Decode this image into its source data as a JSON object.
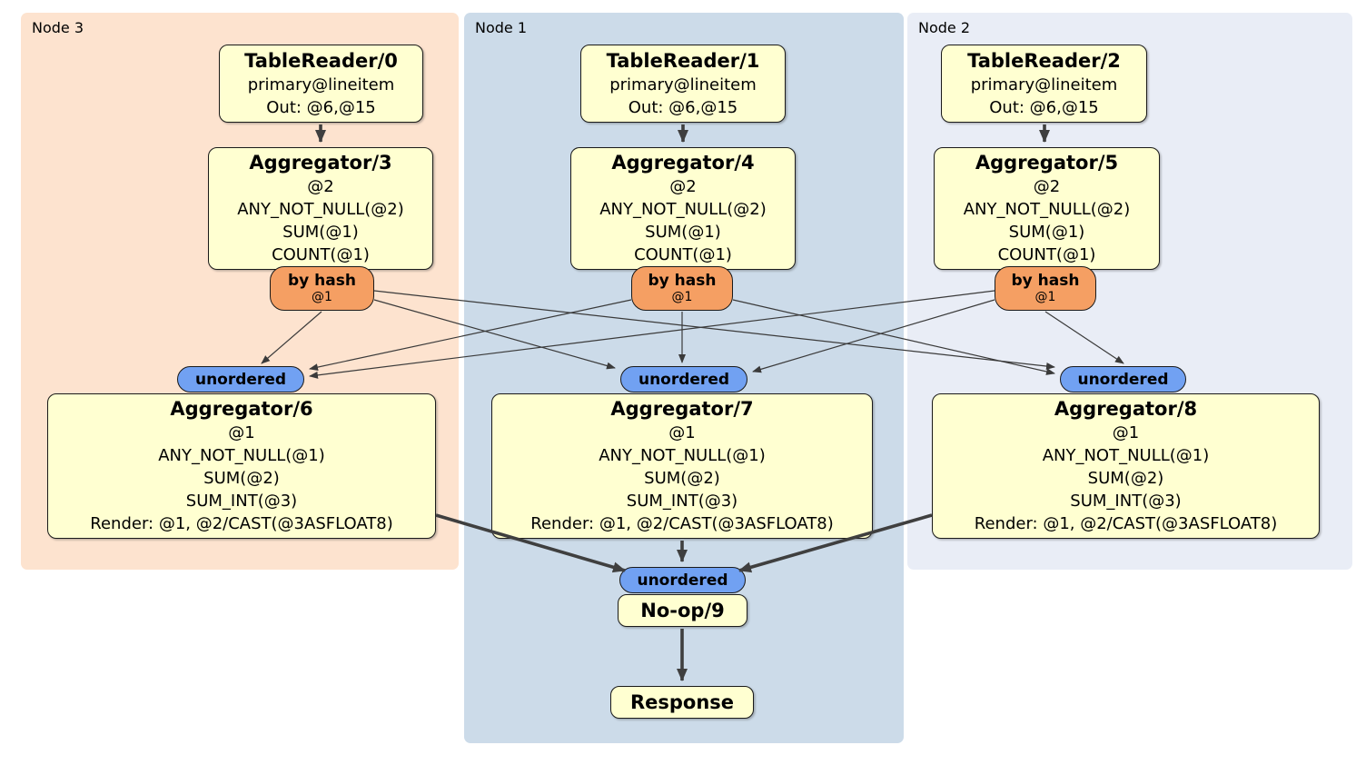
{
  "regions": [
    {
      "label": "Node 3"
    },
    {
      "label": "Node 1"
    },
    {
      "label": "Node 2"
    }
  ],
  "processors": {
    "tr0": {
      "title": "TableReader/0",
      "lines": [
        "primary@lineitem",
        "Out: @6,@15"
      ]
    },
    "tr1": {
      "title": "TableReader/1",
      "lines": [
        "primary@lineitem",
        "Out: @6,@15"
      ]
    },
    "tr2": {
      "title": "TableReader/2",
      "lines": [
        "primary@lineitem",
        "Out: @6,@15"
      ]
    },
    "agg3": {
      "title": "Aggregator/3",
      "lines": [
        "@2",
        "ANY_NOT_NULL(@2)",
        "SUM(@1)",
        "COUNT(@1)"
      ]
    },
    "agg4": {
      "title": "Aggregator/4",
      "lines": [
        "@2",
        "ANY_NOT_NULL(@2)",
        "SUM(@1)",
        "COUNT(@1)"
      ]
    },
    "agg5": {
      "title": "Aggregator/5",
      "lines": [
        "@2",
        "ANY_NOT_NULL(@2)",
        "SUM(@1)",
        "COUNT(@1)"
      ]
    },
    "agg6": {
      "title": "Aggregator/6",
      "lines": [
        "@1",
        "ANY_NOT_NULL(@1)",
        "SUM(@2)",
        "SUM_INT(@3)",
        "Render: @1, @2/CAST(@3ASFLOAT8)"
      ]
    },
    "agg7": {
      "title": "Aggregator/7",
      "lines": [
        "@1",
        "ANY_NOT_NULL(@1)",
        "SUM(@2)",
        "SUM_INT(@3)",
        "Render: @1, @2/CAST(@3ASFLOAT8)"
      ]
    },
    "agg8": {
      "title": "Aggregator/8",
      "lines": [
        "@1",
        "ANY_NOT_NULL(@1)",
        "SUM(@2)",
        "SUM_INT(@3)",
        "Render: @1, @2/CAST(@3ASFLOAT8)"
      ]
    },
    "noop": {
      "title": "No-op/9"
    },
    "response": {
      "title": "Response"
    }
  },
  "routers": {
    "byhash3": {
      "title": "by hash",
      "sub": "@1"
    },
    "byhash1": {
      "title": "by hash",
      "sub": "@1"
    },
    "byhash2": {
      "title": "by hash",
      "sub": "@1"
    }
  },
  "syncs": {
    "unordered3": {
      "label": "unordered"
    },
    "unordered1": {
      "label": "unordered"
    },
    "unordered2": {
      "label": "unordered"
    },
    "unordered_final": {
      "label": "unordered"
    }
  },
  "colors": {
    "region_node3_bg": "#fde3cf",
    "region_node1_bg": "#ccdbe9",
    "region_node2_bg": "#e9edf6",
    "processor_bg": "#ffffd1",
    "router_bg": "#f59f63",
    "sync_bg": "#71a1f2",
    "edge_thick": "#3f3f3f",
    "edge_thin": "#3a3a3a"
  }
}
